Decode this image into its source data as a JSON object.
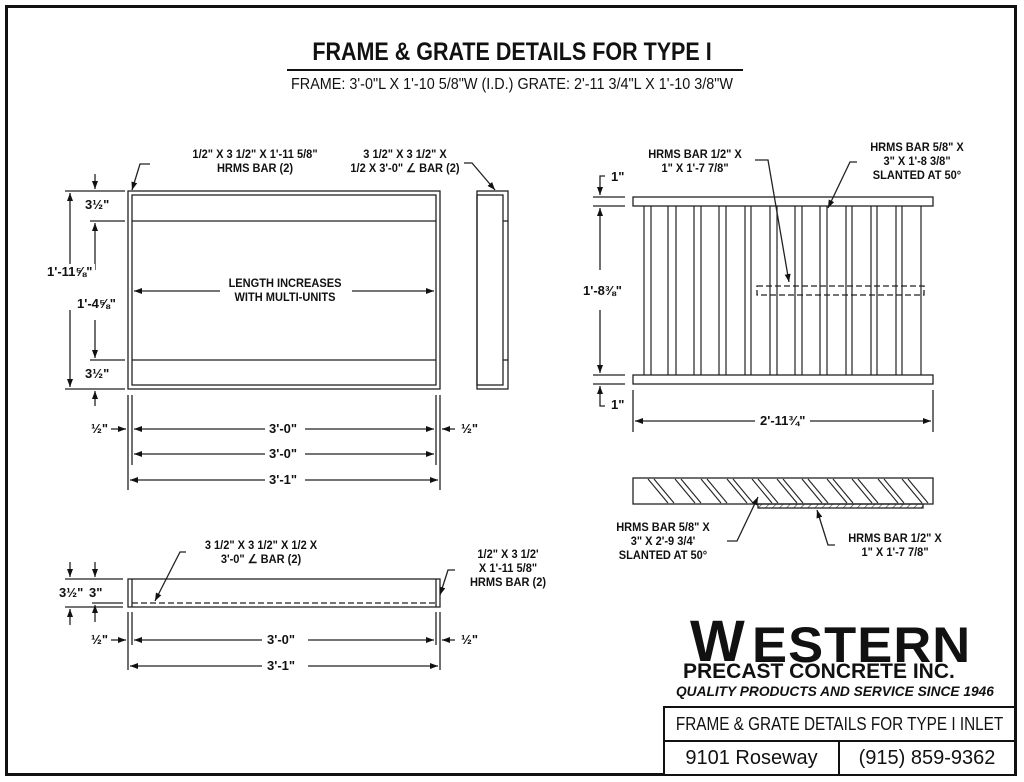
{
  "header": {
    "title": "FRAME & GRATE DETAILS FOR TYPE I",
    "subtitle": "FRAME: 3'-0\"L X 1'-10 5/8\"W (I.D.)  GRATE: 2'-11 3/4\"L X 1'-10 3/8\"W"
  },
  "frame_plan": {
    "callout_left": [
      "1/2\" X 3 1/2\" X 1'-11 5/8\"",
      "HRMS BAR (2)"
    ],
    "callout_right": [
      "3 1/2\" X 3 1/2\" X",
      "1/2 X 3'-0\" ∠ BAR (2)"
    ],
    "center_note": [
      "LENGTH INCREASES",
      "WITH MULTI-UNITS"
    ],
    "dims": {
      "top_flange": "3½\"",
      "overall_width": "1'-11⅝\"",
      "inner_width": "1'-4⅝\"",
      "bottom_flange": "3½\"",
      "left_gap": "½\"",
      "right_gap": "½\"",
      "inner_length": "3'-0\"",
      "length": "3'-0\"",
      "overall_length": "3'-1\""
    }
  },
  "grate_plan": {
    "callout_left": [
      "HRMS BAR 1/2\" X",
      "1\" X 1'-7 7/8\""
    ],
    "callout_right": [
      "HRMS BAR 5/8\" X",
      "3\" X 1'-8 3/8\"",
      "SLANTED AT 50°"
    ],
    "dims": {
      "top_bar": "1\"",
      "height": "1'-8⅜\"",
      "bottom_bar": "1\"",
      "length": "2'-11¾\""
    }
  },
  "grate_section": {
    "callout_left": [
      "HRMS BAR 5/8\" X",
      "3\" X 2'-9 3/4'",
      "SLANTED AT 50°"
    ],
    "callout_right": [
      "HRMS BAR 1/2\" X",
      "1\" X 1'-7 7/8\""
    ]
  },
  "frame_elevation": {
    "callout_left": [
      "3 1/2\" X 3 1/2\" X 1/2 X",
      "3'-0\" ∠ BAR (2)"
    ],
    "callout_right": [
      "1/2\" X 3 1/2'",
      "X 1'-11 5/8\"",
      "HRMS BAR (2)"
    ],
    "dims": {
      "outer_height": "3½\"",
      "inner_height": "3\"",
      "left_gap": "½\"",
      "right_gap": "½\"",
      "length": "3'-0\"",
      "overall_length": "3'-1\""
    }
  },
  "company": {
    "logo_initial": "W",
    "logo_rest": "ESTERN",
    "name": "PRECAST CONCRETE INC.",
    "tagline": "QUALITY PRODUCTS AND SERVICE SINCE 1946"
  },
  "title_block": {
    "drawing_title": "FRAME & GRATE DETAILS FOR TYPE I INLET",
    "address": "9101 Roseway",
    "phone": "(915) 859-9362"
  }
}
